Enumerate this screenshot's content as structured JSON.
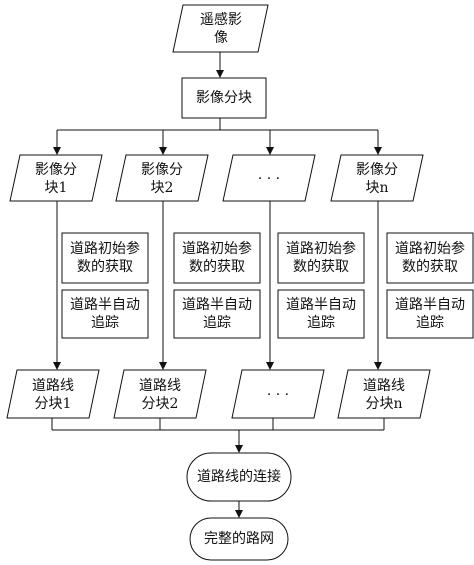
{
  "input": "遥感影\n像",
  "partition": "影像分块",
  "blocks": [
    {
      "block": "影像分\n块1",
      "param": "道路初始参\n数的获取",
      "track": "道路半自动\n追踪",
      "result": "道路线\n分块1"
    },
    {
      "block": "影像分\n块2",
      "param": "道路初始参\n数的获取",
      "track": "道路半自动\n追踪",
      "result": "道路线\n分块2"
    },
    {
      "block": "· · ·",
      "param": "道路初始参\n数的获取",
      "track": "道路半自动\n追踪",
      "result": "· · ·"
    },
    {
      "block": "影像分\n块n",
      "param": "道路初始参\n数的获取",
      "track": "道路半自动\n追踪",
      "result": "道路线\n分块n"
    }
  ],
  "connect": "道路线的连接",
  "output": "完整的路网"
}
